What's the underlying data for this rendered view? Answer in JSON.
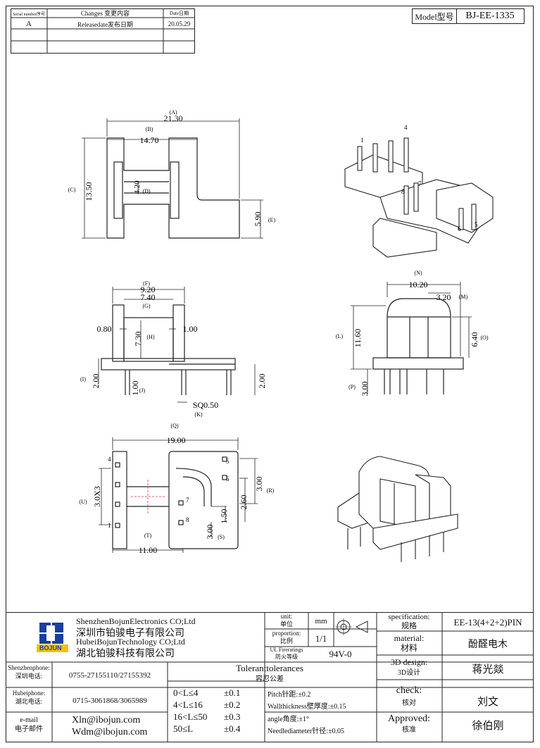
{
  "revision": {
    "headers": [
      "Serial number序号",
      "Changes 变更内容",
      "Date日期"
    ],
    "rows": [
      [
        "A",
        "Releasedate发布日期",
        "20.05.29"
      ],
      [
        "",
        "",
        ""
      ],
      [
        "",
        "",
        ""
      ]
    ]
  },
  "model": {
    "label": "Model型号",
    "value": "BJ-EE-1335"
  },
  "top_view": {
    "dims": [
      {
        "tag": "(A)",
        "value": "21.30"
      },
      {
        "tag": "(B)",
        "value": "14.70"
      },
      {
        "tag": "(C)",
        "value": "13.50"
      },
      {
        "tag": "(D)",
        "value": "4.20"
      },
      {
        "tag": "(E)",
        "value": "5.90"
      }
    ]
  },
  "iso_top": {
    "pins": [
      "1",
      "4",
      "8",
      "7",
      "6",
      "5"
    ]
  },
  "front_view": {
    "dims": [
      {
        "tag": "(F)",
        "value": "9.20"
      },
      {
        "tag": "(G)",
        "value": "7.40"
      },
      {
        "tag": "",
        "value": "0.80"
      },
      {
        "tag": "",
        "value": "1.00"
      },
      {
        "tag": "(H)",
        "value": "7.30"
      },
      {
        "tag": "(I)",
        "value": "2.00"
      },
      {
        "tag": "(J)",
        "value": "1.00"
      },
      {
        "tag": "",
        "value": "2.00"
      },
      {
        "tag": "(K)",
        "value": "SQ0.50"
      }
    ]
  },
  "side_view": {
    "dims": [
      {
        "tag": "(N)",
        "value": "10.20"
      },
      {
        "tag": "(M)",
        "value": "3.20"
      },
      {
        "tag": "(L)",
        "value": "11.60"
      },
      {
        "tag": "(O)",
        "value": "6.40"
      },
      {
        "tag": "(P)",
        "value": "3.00"
      }
    ]
  },
  "bottom_view": {
    "dims": [
      {
        "tag": "(Q)",
        "value": "19.00"
      },
      {
        "tag": "(R)",
        "value": "3.00"
      },
      {
        "tag": "(U)",
        "value": "3.0X3"
      },
      {
        "tag": "",
        "value": "2.60"
      },
      {
        "tag": "",
        "value": "1.50"
      },
      {
        "tag": "(S)",
        "value": "3.00"
      },
      {
        "tag": "(T)",
        "value": "11.00"
      }
    ],
    "pins": [
      "4",
      "1",
      "5",
      "6",
      "7",
      "8"
    ]
  },
  "title_block": {
    "company_en1": "ShenzhenBojunElectronics CO;Ltd",
    "company_cn1": "深圳市铂骏电子有限公司",
    "company_en2": "HubeiBojunTechnology CO;Ltd",
    "company_cn2": "湖北铂骏科技有限公司",
    "logo_text": "BOJUN",
    "unit_label": "unit:",
    "unit_label_cn": "单位",
    "unit_value": "mm",
    "proportion_label": "proportion:",
    "proportion_label_cn": "比例",
    "proportion_value": "1/1",
    "fire_label": "UL Fireratings",
    "fire_label_cn": "防火等级",
    "fire_value": "94V-0",
    "spec_label": "specification:",
    "spec_label_cn": "规格",
    "spec_value": "EE-13(4+2+2)PIN",
    "material_label": "material:",
    "material_label_cn": "材料",
    "material_value": "酚醛电木",
    "design_label": "3D design:",
    "design_label_cn": "3D设计",
    "design_value": "蒋光燚",
    "check_label": "check:",
    "check_label_cn": "核对",
    "check_value": "刘文",
    "approved_label": "Approved:",
    "approved_label_cn": "核准",
    "approved_value": "徐伯刚",
    "sz_phone_label": "Shenzhenphone:",
    "sz_phone_label_cn": "深圳电话:",
    "sz_phone": "0755-27155110/27155392",
    "hb_phone_label": "Hubeiphone:",
    "hb_phone_label_cn": "湖北电话:",
    "hb_phone": "0715-3061868/3065989",
    "email_label": "e-mail",
    "email_label_cn": "电子邮件",
    "email1": "Xln@ibojun.com",
    "email2": "Wdm@ibojun.com",
    "tol_title": "Toleranttolerances",
    "tol_title_cn": "容忍公差",
    "tolerances": [
      {
        "range": "0<L≤4",
        "value": "±0.1"
      },
      {
        "range": "4<L≤16",
        "value": "±0.2"
      },
      {
        "range": "16<L≤50",
        "value": "±0.3"
      },
      {
        "range": "50≤L",
        "value": "±0.4"
      }
    ],
    "pitch": "Pitch针距:±0.2",
    "wall": "Wallthickness壁厚度:±0.15",
    "angle": "angle角度:±1°",
    "needle": "Needlediameter针径:±0.05"
  }
}
